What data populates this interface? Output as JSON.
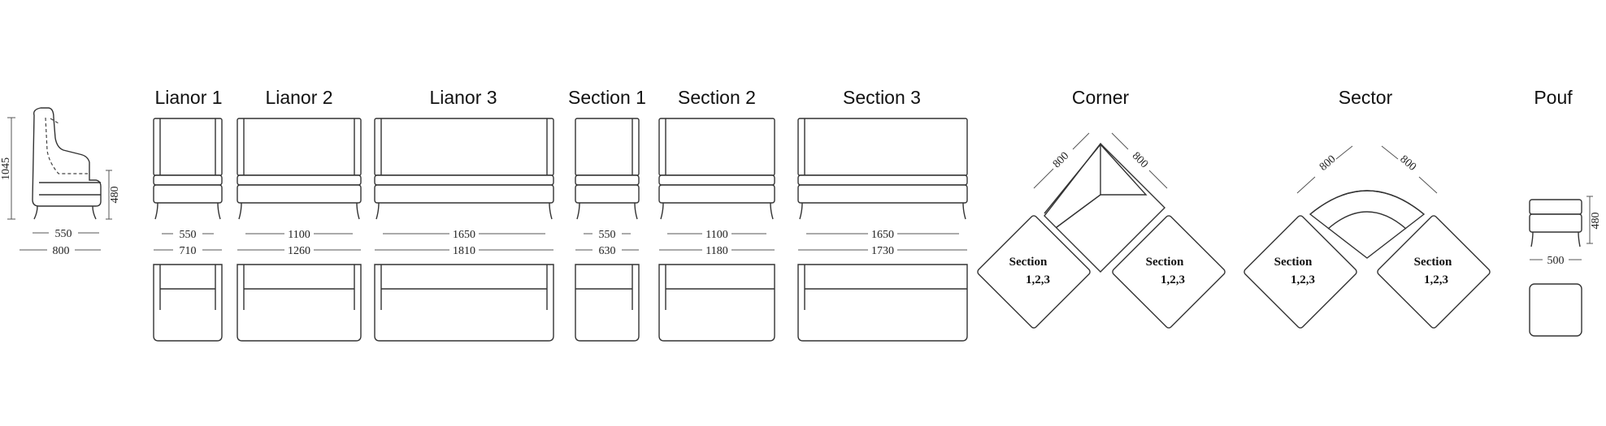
{
  "titles": {
    "lianor1": "Lianor 1",
    "lianor2": "Lianor 2",
    "lianor3": "Lianor 3",
    "section1": "Section 1",
    "section2": "Section 2",
    "section3": "Section 3",
    "corner": "Corner",
    "sector": "Sector",
    "pouf": "Pouf"
  },
  "dims": {
    "armchair": {
      "height": "1045",
      "seat_height": "480",
      "depth_inner": "550",
      "depth": "800"
    },
    "lianor1": {
      "inner": "550",
      "overall": "710"
    },
    "lianor2": {
      "inner": "1100",
      "overall": "1260"
    },
    "lianor3": {
      "inner": "1650",
      "overall": "1810"
    },
    "section1": {
      "inner": "550",
      "overall": "630"
    },
    "section2": {
      "inner": "1100",
      "overall": "1180"
    },
    "section3": {
      "inner": "1650",
      "overall": "1730"
    },
    "corner": {
      "left": "800",
      "right": "800"
    },
    "sector": {
      "left": "800",
      "right": "800"
    },
    "pouf": {
      "width": "500",
      "height": "480"
    }
  },
  "labels": {
    "section_line1": "Section",
    "section_line2": "1,2,3"
  }
}
